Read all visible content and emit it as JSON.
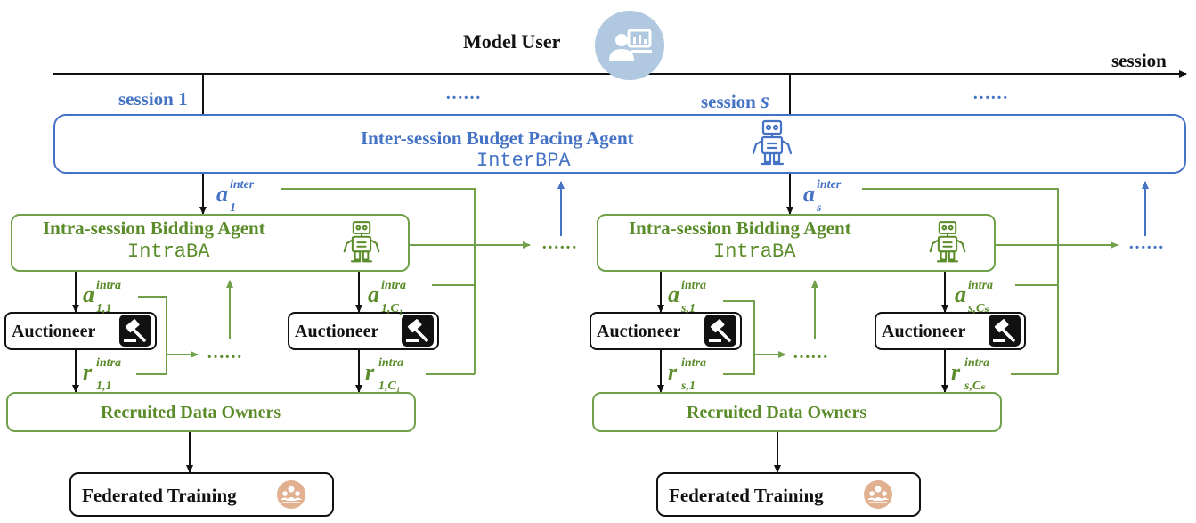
{
  "top": {
    "model_user_label": "Model User",
    "axis_label": "session",
    "session_1_label": "session 1",
    "session_s_prefix": "session ",
    "session_s_var": "s",
    "dots": "……"
  },
  "inter_agent": {
    "title": "Inter-session Budget Pacing Agent",
    "code": "InterBPA"
  },
  "left": {
    "intra_title": "Intra-session Bidding Agent",
    "intra_code": "IntraBA",
    "auctioneer_label": "Auctioneer",
    "owners_label": "Recruited Data Owners",
    "training_label": "Federated Training",
    "dots": "……",
    "a_inter": {
      "main": "a",
      "sub": "1",
      "sup": "inter"
    },
    "a_1": {
      "main": "a",
      "sub": "1,1",
      "sup": "intra"
    },
    "r_1": {
      "main": "r",
      "sub": "1,1",
      "sup": "intra"
    },
    "a_c": {
      "main": "a",
      "sub": "1,C₁",
      "sup": "intra"
    },
    "r_c": {
      "main": "r",
      "sub": "1,C₁",
      "sup": "intra"
    }
  },
  "right": {
    "intra_title": "Intra-session Bidding Agent",
    "intra_code": "IntraBA",
    "auctioneer_label": "Auctioneer",
    "owners_label": "Recruited Data Owners",
    "training_label": "Federated Training",
    "dots": "……",
    "a_inter": {
      "main": "a",
      "sub": "s",
      "sup": "inter"
    },
    "a_1": {
      "main": "a",
      "sub": "s,1",
      "sup": "intra"
    },
    "r_1": {
      "main": "r",
      "sub": "s,1",
      "sup": "intra"
    },
    "a_c": {
      "main": "a",
      "sub": "s,Cₛ",
      "sup": "intra"
    },
    "r_c": {
      "main": "r",
      "sub": "s,Cₛ",
      "sup": "intra"
    }
  },
  "colors": {
    "blue": "#4472c4",
    "green": "#5b8c2a",
    "icon_user": "#b0c8e0",
    "icon_training": "#e0b090"
  },
  "icons": [
    "user-monitor-icon",
    "robot-icon",
    "gavel-icon",
    "people-network-icon"
  ]
}
